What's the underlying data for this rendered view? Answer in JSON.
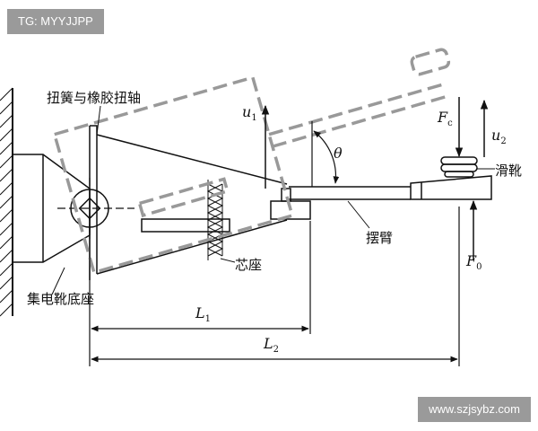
{
  "watermarks": {
    "top_left": "TG: MYYJJPP",
    "bottom_right": "www.szjsybz.com"
  },
  "labels": {
    "torsion_spring": "扭簧与橡胶扭轴",
    "collector_base": "集电靴底座",
    "core_seat": "芯座",
    "swing_arm": "摆臂",
    "slide_shoe": "滑靴",
    "theta": "θ",
    "u1": {
      "main": "u",
      "sub": "1"
    },
    "u2": {
      "main": "u",
      "sub": "2"
    },
    "Fc": {
      "main": "F",
      "sub": "c"
    },
    "F0": {
      "main": "F",
      "sub": "0"
    },
    "L1": {
      "main": "L",
      "sub": "1"
    },
    "L2": {
      "main": "L",
      "sub": "2"
    }
  }
}
